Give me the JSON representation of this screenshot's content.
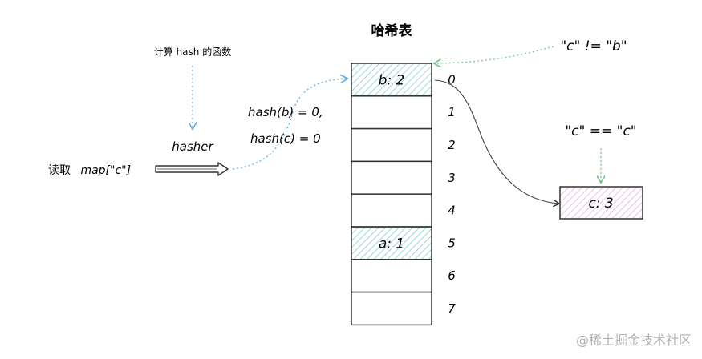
{
  "title": "哈希表",
  "hash_fn_note": "计算 hash 的函数",
  "hasher_label": "hasher",
  "lookup": {
    "prefix": "读取",
    "expr": "map[\"c\"]"
  },
  "hash_results": [
    "hash(b) = 0,",
    "hash(c) = 0"
  ],
  "slots": [
    {
      "index": "0",
      "content": "b: 2",
      "color": "#5fb3b3"
    },
    {
      "index": "1",
      "content": "",
      "color": ""
    },
    {
      "index": "2",
      "content": "",
      "color": ""
    },
    {
      "index": "3",
      "content": "",
      "color": ""
    },
    {
      "index": "4",
      "content": "",
      "color": ""
    },
    {
      "index": "5",
      "content": "a: 1",
      "color": "#5fb3b3"
    },
    {
      "index": "6",
      "content": "",
      "color": ""
    },
    {
      "index": "7",
      "content": "",
      "color": ""
    }
  ],
  "overflow_node": {
    "content": "c: 3",
    "color": "#d98fd0"
  },
  "compare_not_equal": "\"c\" != \"b\"",
  "compare_equal": "\"c\" == \"c\"",
  "watermark": "@稀土掘金技术社区",
  "colors": {
    "arrow_blue": "#6aaee0",
    "arrow_green": "#7cc68a",
    "line": "#333333"
  }
}
